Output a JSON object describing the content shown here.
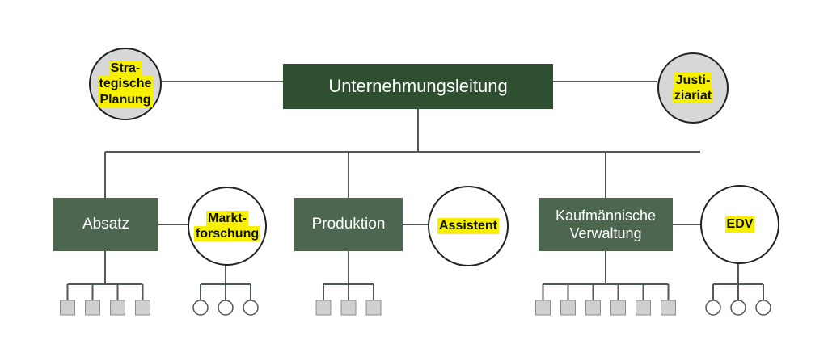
{
  "colors": {
    "box_dark": "#2f4f31",
    "box_mid": "#4d6650",
    "line": "#4f5a50",
    "staff_fill_grey": "#d7d7d7",
    "leaf_square": "#cfcfcf",
    "highlight": "#f6f000"
  },
  "top": {
    "label": "Unternehmungsleitung"
  },
  "staff_left": {
    "lines": [
      "Stra-",
      "tegische",
      "Planung"
    ]
  },
  "staff_right": {
    "lines": [
      "Justi-",
      "ziariat"
    ]
  },
  "departments": [
    {
      "label_lines": [
        "Absatz"
      ],
      "staff_lines": [
        "Markt-",
        "forschung"
      ],
      "leaf_shape": "square",
      "leaf_count": 4,
      "staff_leaf_count": 3
    },
    {
      "label_lines": [
        "Produktion"
      ],
      "staff_lines": [
        "Assistent"
      ],
      "leaf_shape": "square",
      "leaf_count": 3,
      "staff_leaf_count": 0
    },
    {
      "label_lines": [
        "Kaufmännische",
        "Verwaltung"
      ],
      "staff_lines": [
        "EDV"
      ],
      "leaf_shape": "square",
      "leaf_count": 6,
      "staff_leaf_count": 3
    }
  ]
}
